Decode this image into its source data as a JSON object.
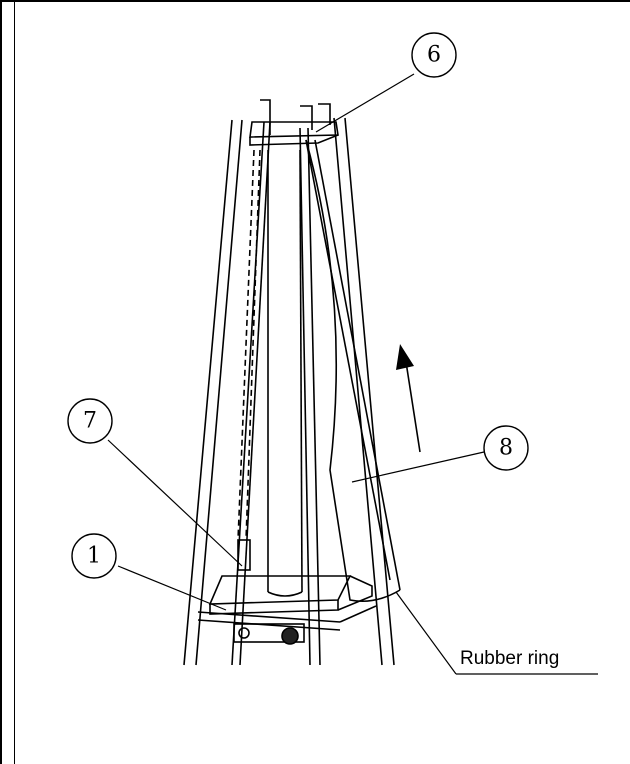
{
  "callouts": {
    "c6": "6",
    "c7": "7",
    "c1": "1",
    "c8": "8"
  },
  "labels": {
    "rubber_ring": "Rubber ring"
  }
}
